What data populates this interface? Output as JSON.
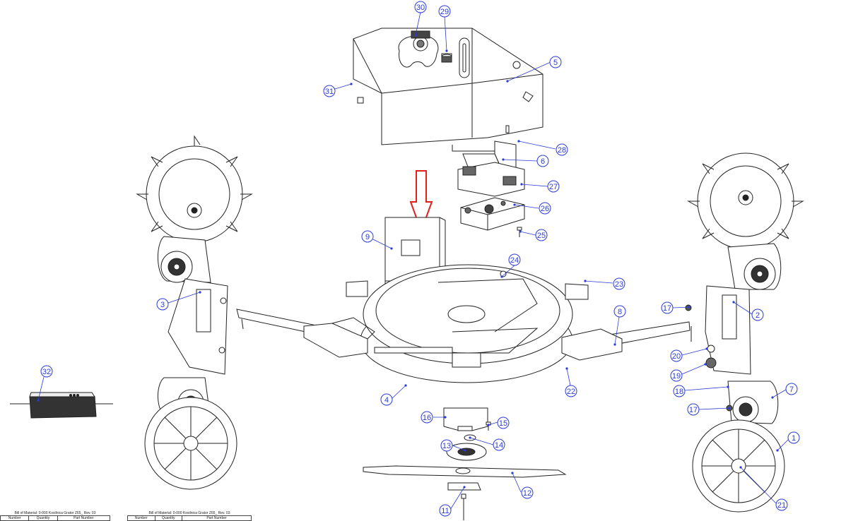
{
  "callouts": [
    {
      "id": "30",
      "text": "30"
    },
    {
      "id": "29",
      "text": "29"
    },
    {
      "id": "5",
      "text": "5"
    },
    {
      "id": "31",
      "text": "31"
    },
    {
      "id": "28",
      "text": "28"
    },
    {
      "id": "6",
      "text": "6"
    },
    {
      "id": "27",
      "text": "27"
    },
    {
      "id": "26",
      "text": "26"
    },
    {
      "id": "25",
      "text": "25"
    },
    {
      "id": "9",
      "text": "9"
    },
    {
      "id": "24",
      "text": "24"
    },
    {
      "id": "23",
      "text": "23"
    },
    {
      "id": "3",
      "text": "3"
    },
    {
      "id": "8",
      "text": "8"
    },
    {
      "id": "17a",
      "text": "17"
    },
    {
      "id": "2",
      "text": "2"
    },
    {
      "id": "20",
      "text": "20"
    },
    {
      "id": "19",
      "text": "19"
    },
    {
      "id": "22",
      "text": "22"
    },
    {
      "id": "18",
      "text": "18"
    },
    {
      "id": "7",
      "text": "7"
    },
    {
      "id": "32",
      "text": "32"
    },
    {
      "id": "4",
      "text": "4"
    },
    {
      "id": "17b",
      "text": "17"
    },
    {
      "id": "16",
      "text": "16"
    },
    {
      "id": "15",
      "text": "15"
    },
    {
      "id": "14",
      "text": "14"
    },
    {
      "id": "13",
      "text": "13"
    },
    {
      "id": "1",
      "text": "1"
    },
    {
      "id": "12",
      "text": "12"
    },
    {
      "id": "21",
      "text": "21"
    },
    {
      "id": "11",
      "text": "11"
    }
  ],
  "bom_tables": [
    {
      "title": "Bill of Material: 0-000 Kosilnica Grator Z65_ Rev. 03",
      "headers": [
        "Number",
        "Quantity",
        "Part Number"
      ]
    },
    {
      "title": "Bill of Material: 0-000 Kosilnica Grator Z65_ Rev. 03",
      "headers": [
        "Number",
        "Quantity",
        "Part Number"
      ]
    }
  ],
  "colors": {
    "callout": "#2b3bd6",
    "arrow": "#e0201b",
    "line": "#222222"
  }
}
